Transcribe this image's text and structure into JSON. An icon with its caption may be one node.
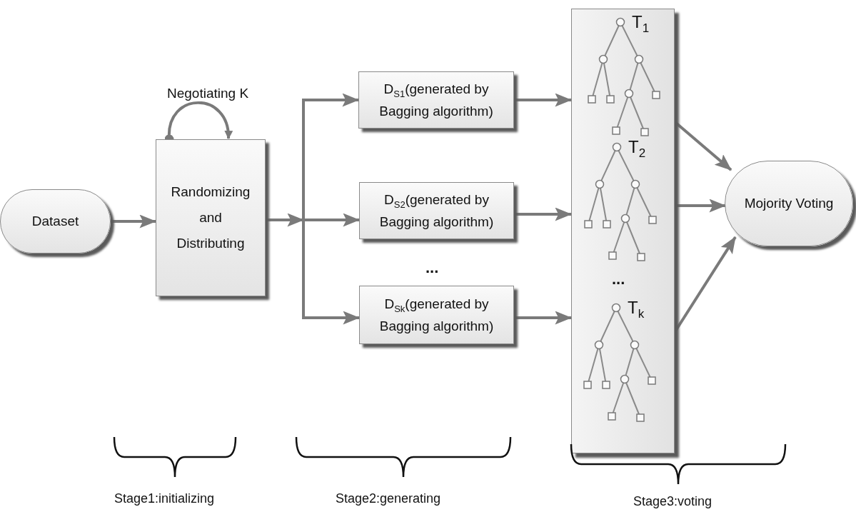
{
  "diagram": {
    "nodes": [
      {
        "text": [
          "Dataset"
        ]
      },
      {
        "text": [
          "Randomizing and Distributing"
        ]
      },
      {
        "text": [
          "D$_{S1}$(generated by Bagging algorithm)"
        ]
      },
      {
        "text": [
          "D$_{S2}$(generated by Bagging algorithm)"
        ]
      },
      {
        "text": [
          "D$_{Sk}$(generated by Bagging algorithm)"
        ]
      },
      {
        "text": [],
        "shape": "box"
      },
      {
        "text": [
          "T$_{1}$"
        ],
        "in": 5
      },
      {
        "text": [
          "T$_{2}$"
        ],
        "in": 5
      },
      {
        "text": [
          "T$_{k}$"
        ],
        "in": 5
      },
      {
        "text": [
          "Mojority Voting"
        ]
      }
    ],
    "edges": [
      {
        "from": 0,
        "to": 1,
        "arrow": "to"
      },
      {
        "from": 1,
        "to": 1,
        "arrow": "to",
        "label": "Negotiating K"
      },
      {
        "from": 1,
        "to": 2,
        "arrow": "to"
      },
      {
        "from": 1,
        "to": 3,
        "arrow": "to"
      },
      {
        "from": 1,
        "to": 4,
        "arrow": "to"
      },
      {
        "from": 2,
        "to": 6,
        "arrow": "to"
      },
      {
        "from": 3,
        "to": 7,
        "arrow": "to"
      },
      {
        "from": 4,
        "to": 8,
        "arrow": "to"
      },
      {
        "from": 6,
        "to": 9,
        "arrow": "to"
      },
      {
        "from": 7,
        "to": 9,
        "arrow": "to"
      },
      {
        "from": 8,
        "to": 9,
        "arrow": "to"
      }
    ],
    "labels": [
      "...",
      "...",
      "Stage1:initializing",
      "Stage2:generating",
      "Stage3:voting"
    ]
  }
}
